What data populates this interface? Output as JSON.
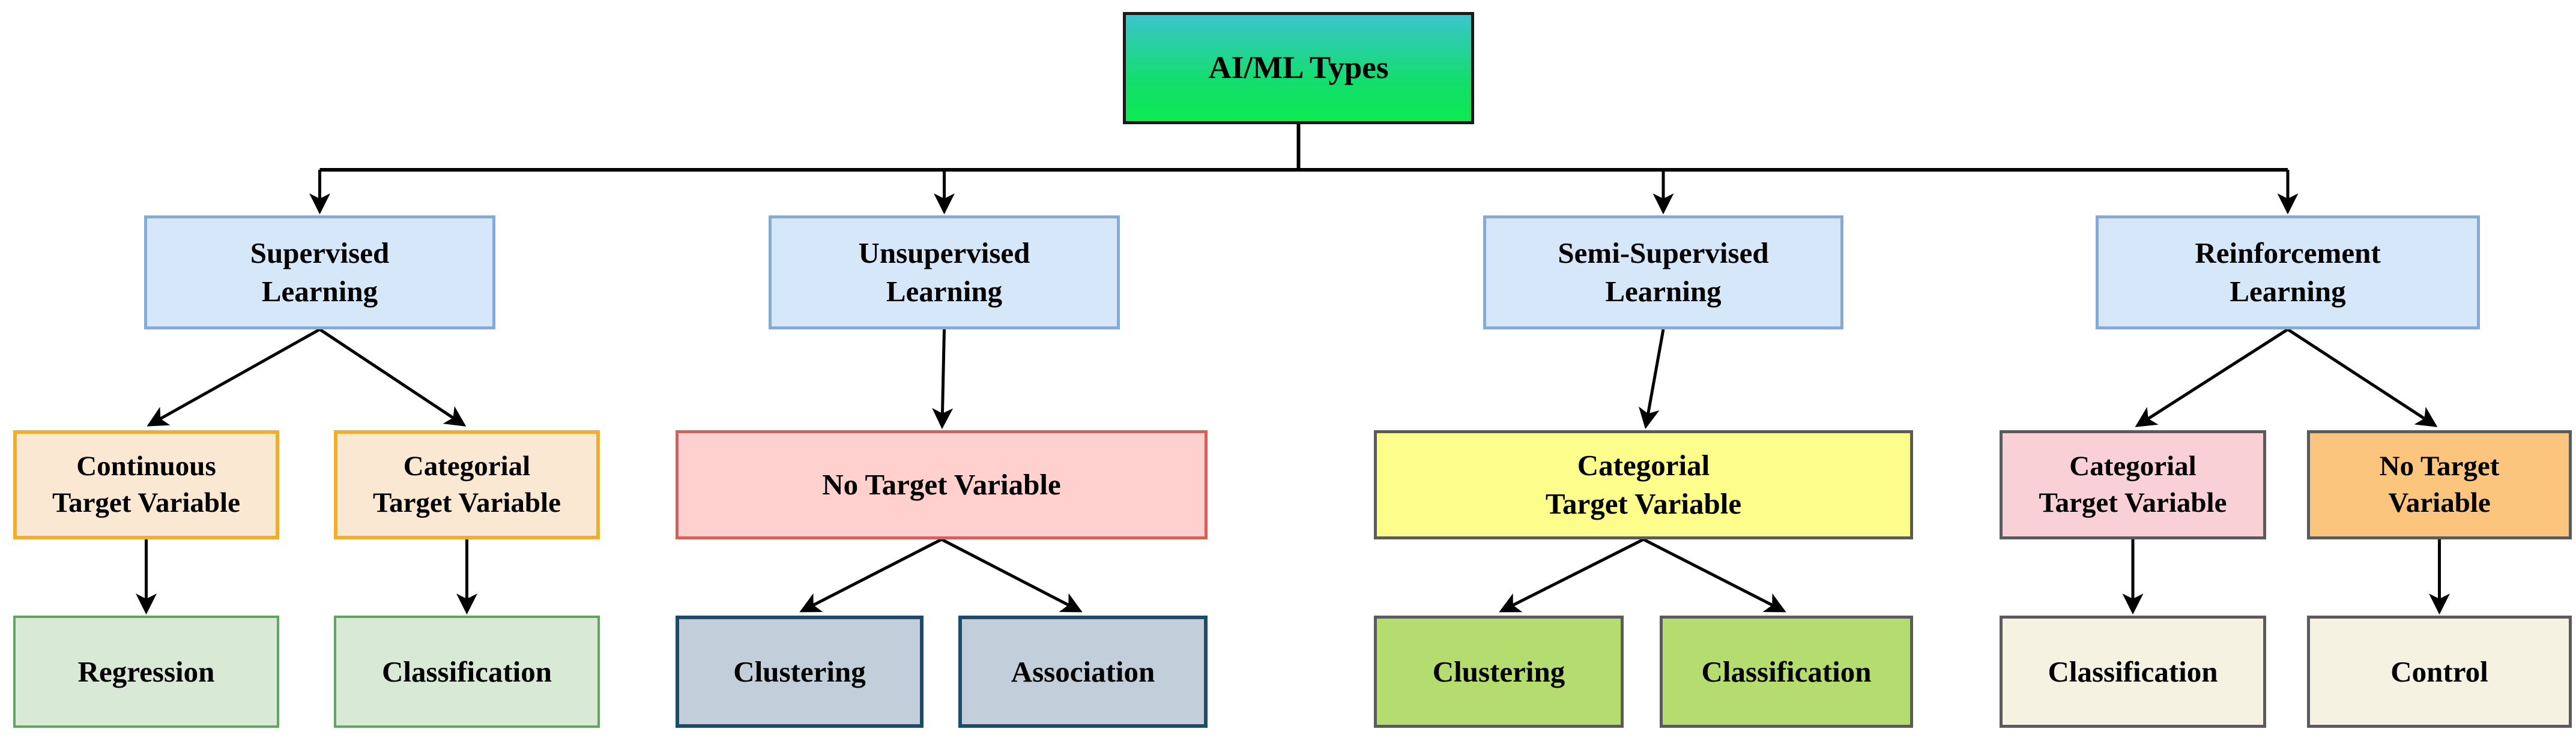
{
  "diagram_title": "AI/ML Types taxonomy flowchart",
  "colors": {
    "root_gradient_top": "#3ac5cd",
    "root_gradient_bottom": "#0bea50",
    "level1_fill": "#d5e7f8",
    "level1_border": "#85abd4",
    "peach_fill": "#fbe8d3",
    "peach_border": "#f0ae29",
    "light_green_fill": "#d8ead6",
    "light_green_border": "#60a65e",
    "pink_fill": "#ffd0cd",
    "pink_border": "#d4615c",
    "blue_gray_fill": "#c2cfda",
    "blue_gray_border": "#1d4d66",
    "yellow_fill": "#fdfd8b",
    "lime_fill": "#b4dc6e",
    "rl_pink_fill": "#f9d0d5",
    "rl_orange_fill": "#fbc57e",
    "cream_fill": "#f5f2e2",
    "gray_border": "#5b5b5b",
    "connector": "#000000"
  },
  "nodes": {
    "root": {
      "label": "AI/ML Types"
    },
    "supervised": {
      "label": "Supervised\nLearning"
    },
    "unsupervised": {
      "label": "Unsupervised\nLearning"
    },
    "semi_supervised": {
      "label": "Semi-Supervised\nLearning"
    },
    "reinforcement": {
      "label": "Reinforcement\nLearning"
    },
    "sup_continuous": {
      "label": "Continuous\nTarget Variable"
    },
    "sup_categorial": {
      "label": "Categorial\nTarget Variable"
    },
    "regression": {
      "label": "Regression"
    },
    "sup_classification": {
      "label": "Classification"
    },
    "uns_no_target": {
      "label": "No Target Variable"
    },
    "uns_clustering": {
      "label": "Clustering"
    },
    "uns_association": {
      "label": "Association"
    },
    "semi_categorial": {
      "label": "Categorial\nTarget Variable"
    },
    "semi_clustering": {
      "label": "Clustering"
    },
    "semi_classification": {
      "label": "Classification"
    },
    "rl_categorial": {
      "label": "Categorial\nTarget Variable"
    },
    "rl_no_target": {
      "label": "No Target\nVariable"
    },
    "rl_classification": {
      "label": "Classification"
    },
    "rl_control": {
      "label": "Control"
    }
  }
}
